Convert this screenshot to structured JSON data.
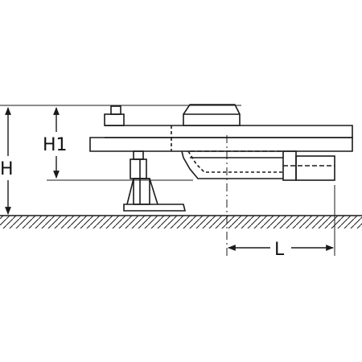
{
  "dimensions": {
    "overall_height_label": "H",
    "partial_height_label": "H1",
    "length_label": "L"
  },
  "colors": {
    "line": "#1a1a1a",
    "background": "#ffffff"
  }
}
